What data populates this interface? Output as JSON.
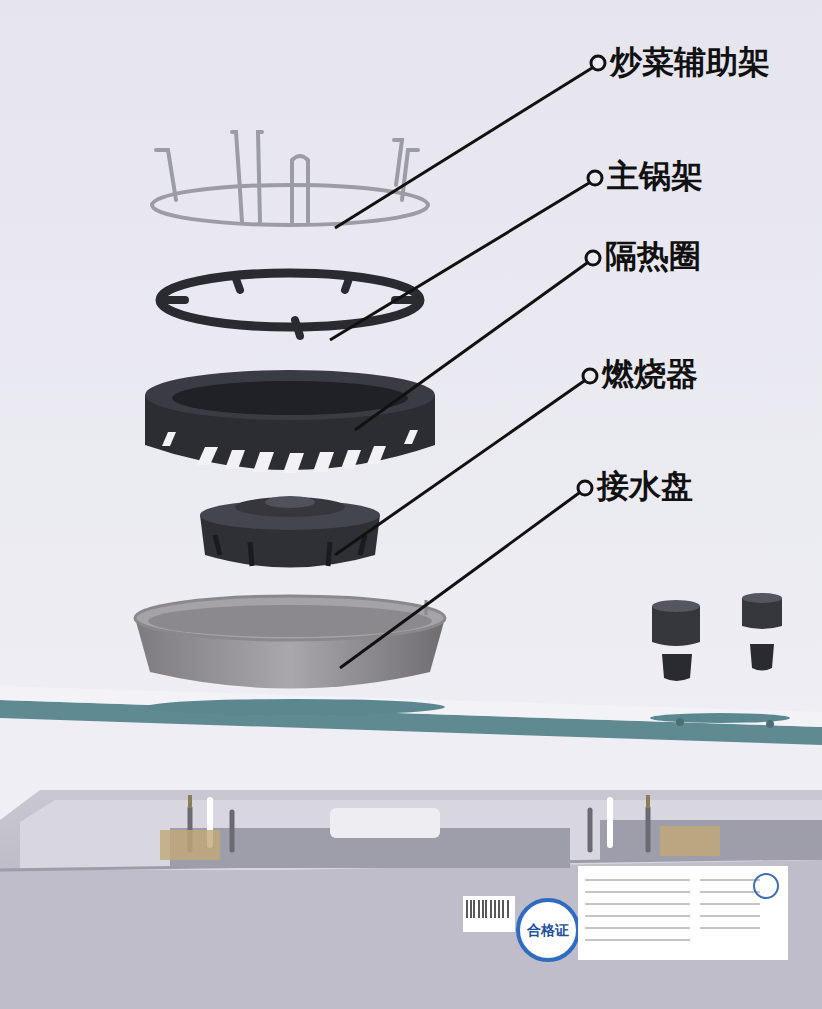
{
  "diagram": {
    "labels": [
      "炒菜辅助架",
      "主锅架",
      "隔热圈",
      "燃烧器",
      "接水盘",
      "合格证"
    ]
  }
}
